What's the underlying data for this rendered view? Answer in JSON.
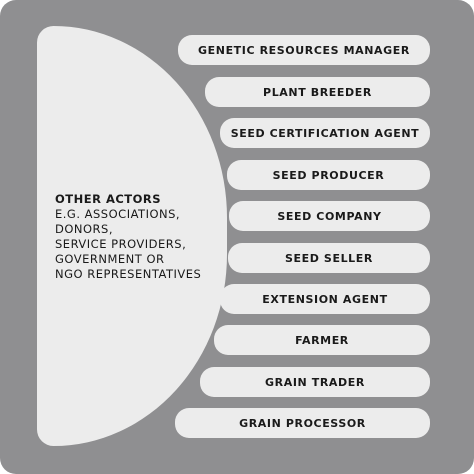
{
  "other_actors": {
    "heading": "OTHER ACTORS",
    "lines": [
      "E.G. ASSOCIATIONS,",
      "DONORS,",
      "SERVICE PROVIDERS,",
      "GOVERNMENT OR",
      "NGO REPRESENTATIVES"
    ]
  },
  "roles": [
    "GENETIC RESOURCES MANAGER",
    "PLANT BREEDER",
    "SEED CERTIFICATION AGENT",
    "SEED PRODUCER",
    "SEED COMPANY",
    "SEED SELLER",
    "EXTENSION AGENT",
    "FARMER",
    "GRAIN TRADER",
    "GRAIN PROCESSOR"
  ],
  "colors": {
    "background": "#8f8f91",
    "panel": "#ececec",
    "text": "#1a1a1a"
  }
}
